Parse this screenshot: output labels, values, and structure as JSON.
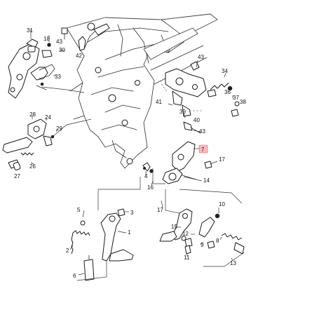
{
  "diagram": {
    "callouts": [
      "31",
      "18",
      "43",
      "30",
      "42",
      "33",
      "28",
      "24",
      "29",
      "26",
      "27",
      "43",
      "34",
      "36",
      "37",
      "38",
      "41",
      "39",
      "40",
      "43",
      "7",
      "17",
      "14",
      "16",
      "4",
      "5",
      "3",
      "1",
      "2",
      "6",
      "17",
      "10",
      "15",
      "12",
      "9",
      "8",
      "11",
      "13"
    ]
  }
}
